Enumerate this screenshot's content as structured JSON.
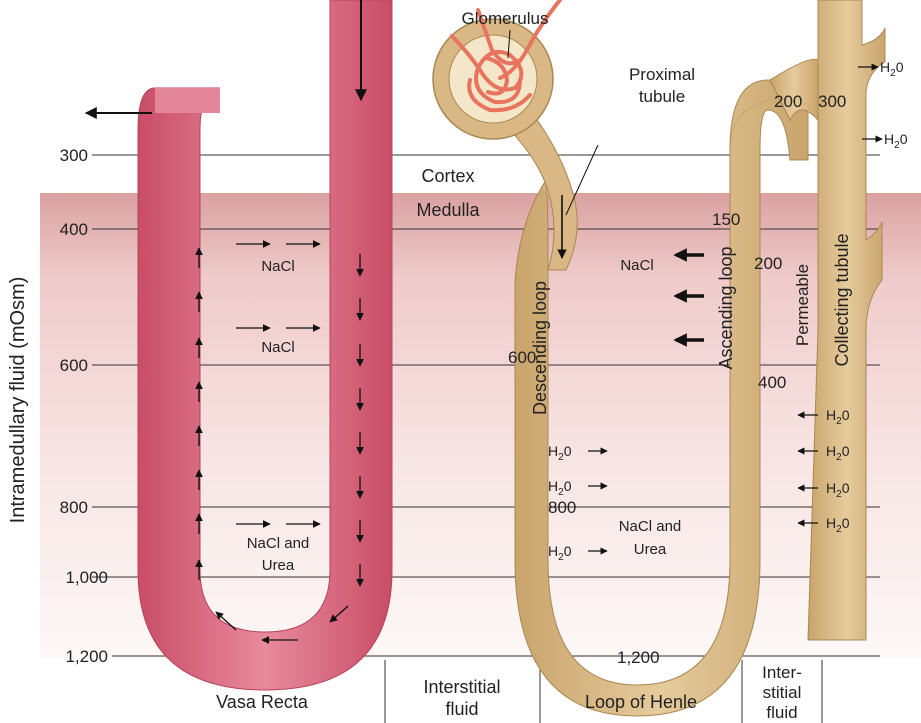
{
  "y_axis": {
    "label": "Intramedullary fluid (mOsm)",
    "ticks": [
      "300",
      "400",
      "600",
      "800",
      "1,000",
      "1,200"
    ]
  },
  "regions": {
    "cortex": "Cortex",
    "medulla": "Medulla"
  },
  "vasa_recta": {
    "nacl_1": "NaCl",
    "nacl_2": "NaCl",
    "nacl_urea_line1": "NaCl and",
    "nacl_urea_line2": "Urea"
  },
  "structures": {
    "glomerulus": "Glomerulus",
    "proximal_tubule_line1": "Proximal",
    "proximal_tubule_line2": "tubule",
    "descending_loop": "Descending loop",
    "ascending_loop": "Ascending loop",
    "permeable": "Permeable",
    "collecting_tubule": "Collecting tubule"
  },
  "loop_values": {
    "v600": "600",
    "v800": "800",
    "v1200": "1,200",
    "v150": "150",
    "v200_top": "200",
    "v300_top": "300",
    "v200_side": "200",
    "v400": "400"
  },
  "loop_labels": {
    "nacl": "NaCl",
    "nacl_urea_line1": "NaCl and",
    "nacl_urea_line2": "Urea"
  },
  "water_label": {
    "base": "H",
    "subscript": "2",
    "suffix": "0"
  },
  "bottom_labels": {
    "vasa_recta": "Vasa Recta",
    "interstitial_line1": "Interstitial",
    "interstitial_line2": "fluid",
    "loop_of_henle": "Loop of Henle",
    "inter_line1": "Inter-",
    "inter_line2": "stitial",
    "inter_line3": "fluid"
  },
  "colors": {
    "vasa_recta": "#d9667c",
    "loop": "#d9b886",
    "loop_edge": "#a88852",
    "medulla_top": "#dfa3a3",
    "glomerulus": "#e8735f"
  }
}
